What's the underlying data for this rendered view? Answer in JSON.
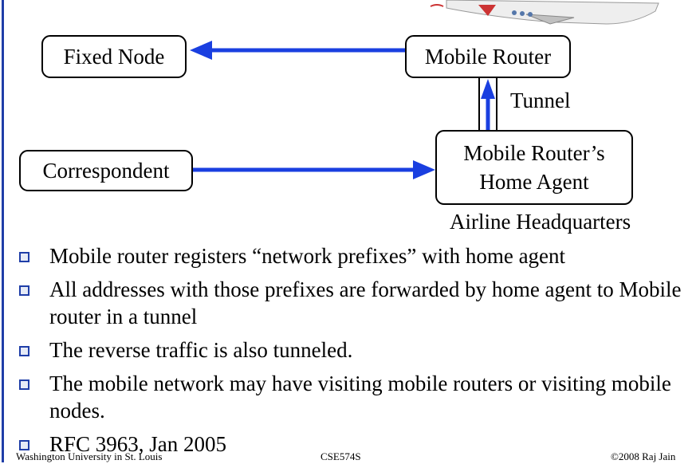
{
  "diagram": {
    "nodes": {
      "fixed_node": "Fixed Node",
      "mobile_router": "Mobile Router",
      "correspondent": "Correspondent",
      "home_agent_line1": "Mobile Router’s",
      "home_agent_line2": "Home Agent"
    },
    "labels": {
      "tunnel": "Tunnel",
      "airline_hq": "Airline Headquarters"
    },
    "colors": {
      "arrow": "#1a3fe0",
      "bullet": "#1f3ea8"
    }
  },
  "bullets": [
    {
      "text": "Mobile router registers “network prefixes” with home agent"
    },
    {
      "text": "All addresses with those prefixes are forwarded by home agent to Mobile router in a tunnel"
    },
    {
      "text": "The reverse traffic is also tunneled."
    },
    {
      "text": "The mobile network may have visiting mobile routers or visiting mobile nodes."
    },
    {
      "text": "RFC 3963, Jan 2005"
    }
  ],
  "footer": {
    "left": "Washington University in St. Louis",
    "center": "CSE574S",
    "right": "©2008 Raj Jain"
  }
}
